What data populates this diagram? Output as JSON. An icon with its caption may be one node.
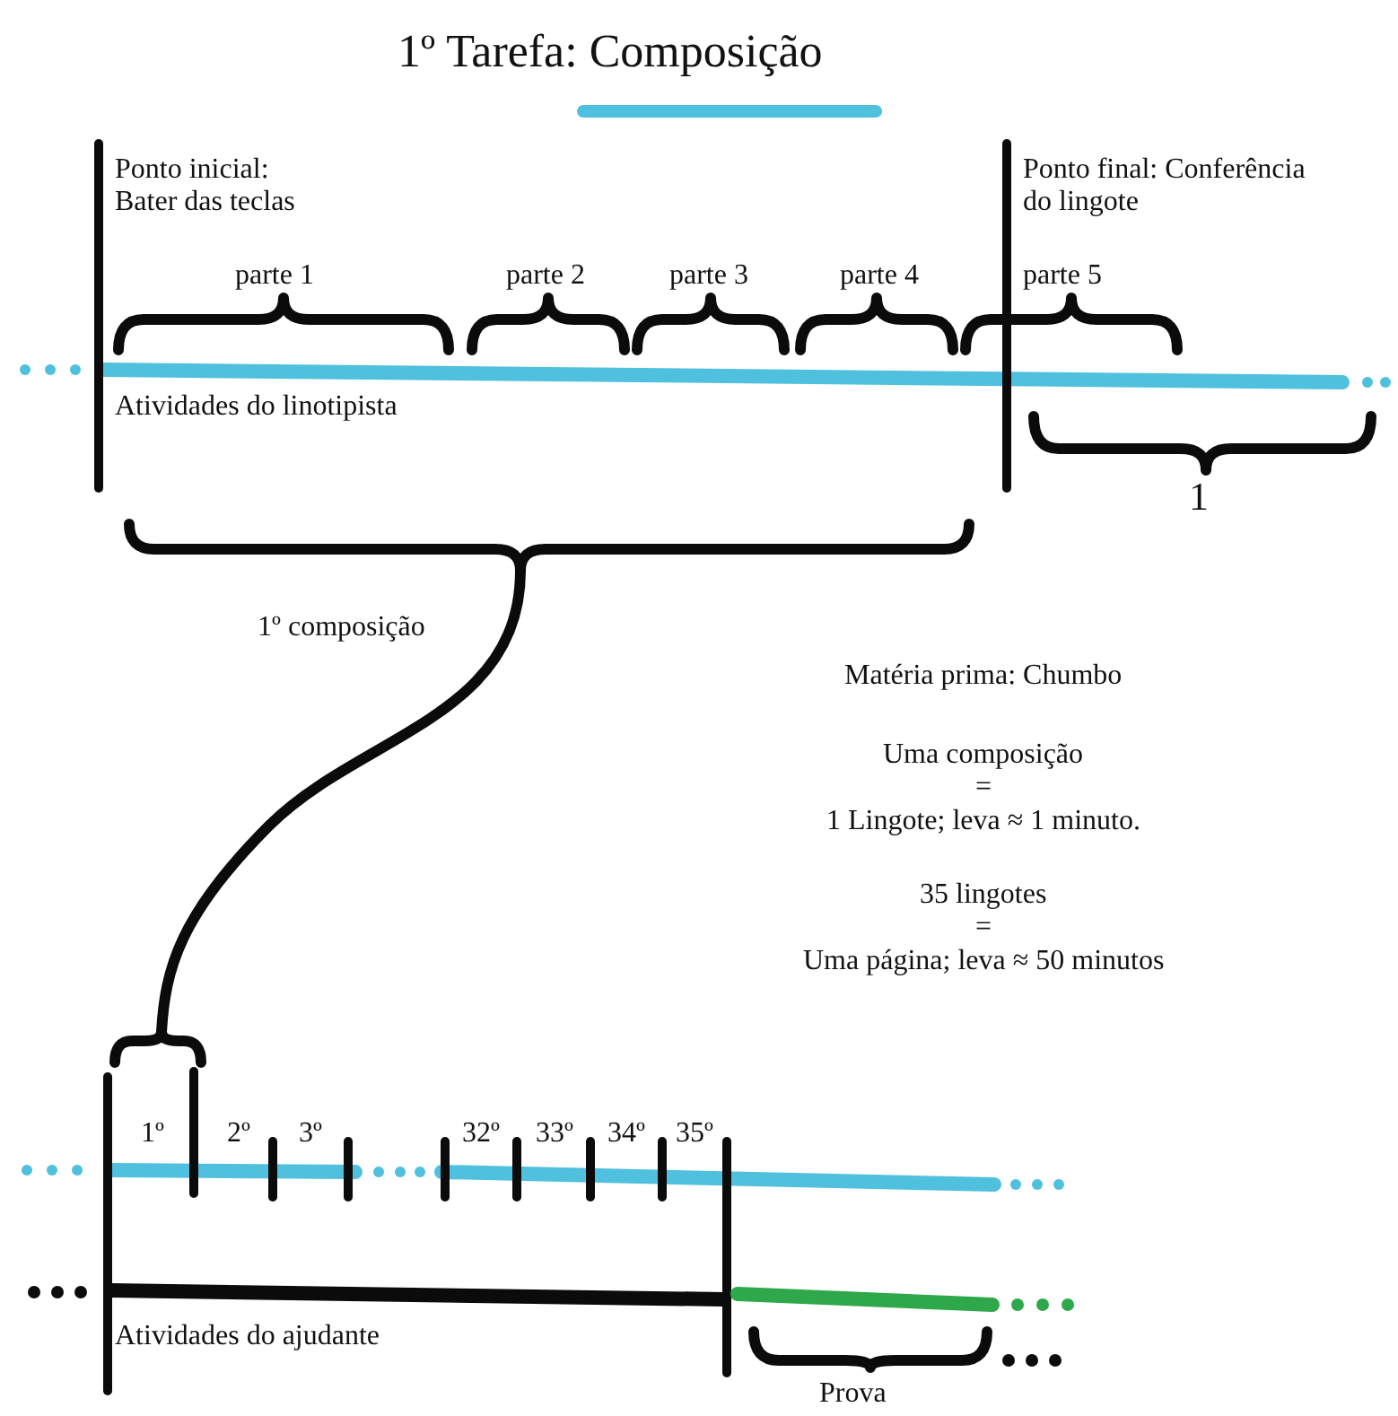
{
  "diagram": {
    "title": "1º Tarefa: Composição",
    "labels": [
      "Ponto inicial: Bater das teclas",
      "Ponto final: Conferência do lingote",
      "parte 1",
      "parte 2",
      "parte 3",
      "parte 4",
      "parte 5",
      "Atividades do linotipista",
      "1",
      "1º composição",
      "Matéria prima: Chumbo",
      "Uma composição",
      "=",
      "1 Lingote; leva ≈ 1 minuto.",
      "35 lingotes",
      "=",
      "Uma página; leva ≈ 50 minutos",
      "1º",
      "2º",
      "3º",
      "32º",
      "33º",
      "34º",
      "35º",
      "Atividades do ajudante",
      "Prova"
    ]
  }
}
